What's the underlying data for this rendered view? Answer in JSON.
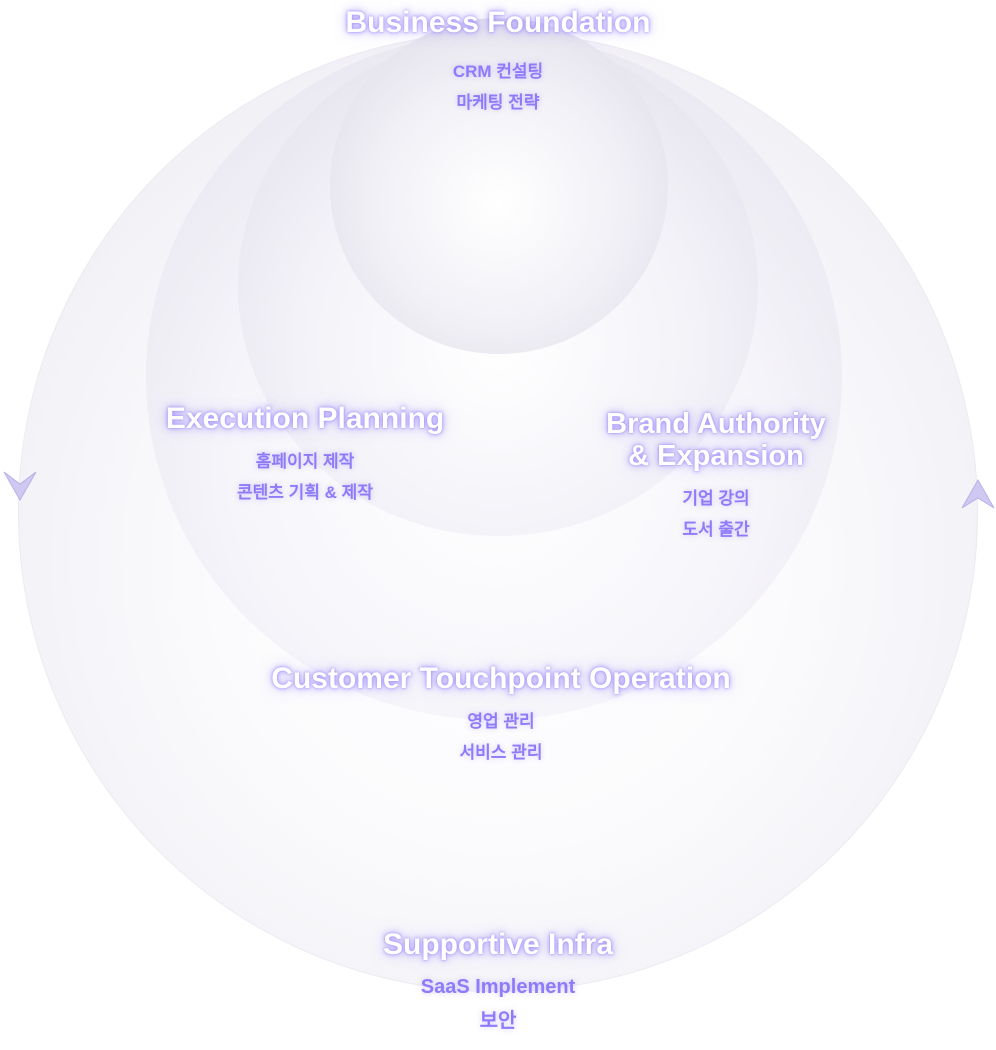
{
  "layers": {
    "business_foundation": {
      "title": "Business Foundation",
      "items": [
        "CRM 컨설팅",
        "마케팅 전략"
      ]
    },
    "execution_planning": {
      "title": "Execution Planning",
      "items": [
        "홈페이지 제작",
        "콘텐츠 기획 & 제작"
      ]
    },
    "brand_authority": {
      "title_line1": "Brand Authority",
      "title_line2": "& Expansion",
      "items": [
        "기업 강의",
        "도서 출간"
      ]
    },
    "customer_touchpoint": {
      "title": "Customer Touchpoint Operation",
      "items": [
        "영업 관리",
        "서비스 관리"
      ]
    },
    "supportive_infra": {
      "title": "Supportive Infra",
      "items": [
        "SaaS Implement",
        "보안"
      ]
    }
  },
  "colors": {
    "accent": "#8e7bfa",
    "glow": "#a08cff",
    "ring_edge": "#dddbe6"
  },
  "icons": {
    "left": "arrow-down-icon",
    "right": "arrow-up-icon"
  }
}
